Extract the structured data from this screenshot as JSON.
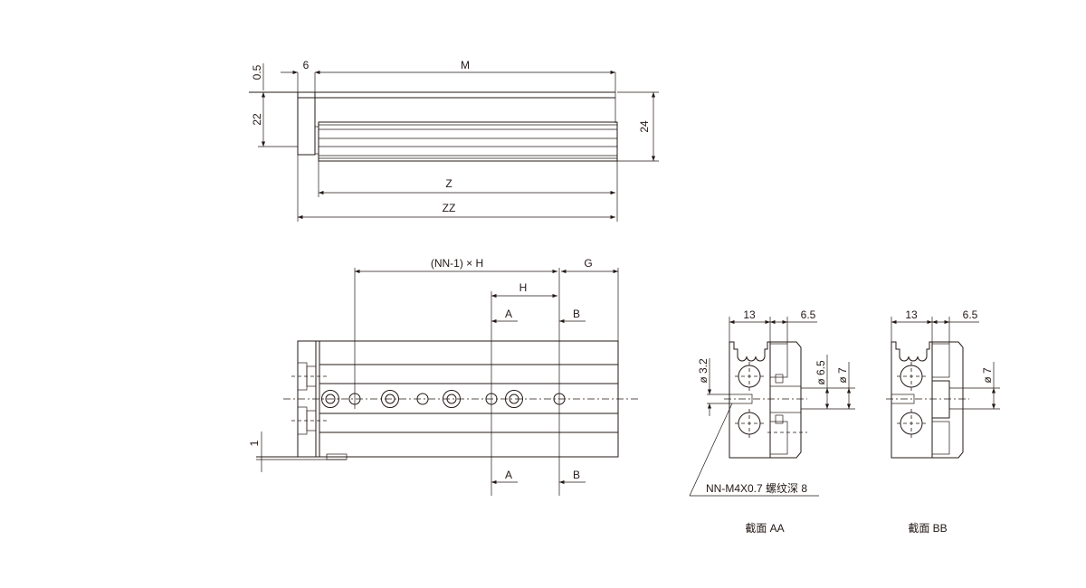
{
  "top_view": {
    "dim_m": "M",
    "dim_6": "6",
    "dim_05": "0.5",
    "dim_22": "22",
    "dim_24": "24",
    "dim_z": "Z",
    "dim_zz": "ZZ"
  },
  "side_view": {
    "dim_nn": "(NN-1) × H",
    "dim_g": "G",
    "dim_h": "H",
    "sec_a": "A",
    "sec_b": "B",
    "dim_1": "1"
  },
  "section_aa": {
    "dim_13": "13",
    "dim_65": "6.5",
    "dia_32": "ø 3.2",
    "dia_65": "ø 6.5",
    "dia_7": "ø 7",
    "thread_note": "NN-M4X0.7 螺纹深 8",
    "caption": "截面 AA"
  },
  "section_bb": {
    "dim_13": "13",
    "dim_65": "6.5",
    "dia_7": "ø 7",
    "caption": "截面 BB"
  }
}
